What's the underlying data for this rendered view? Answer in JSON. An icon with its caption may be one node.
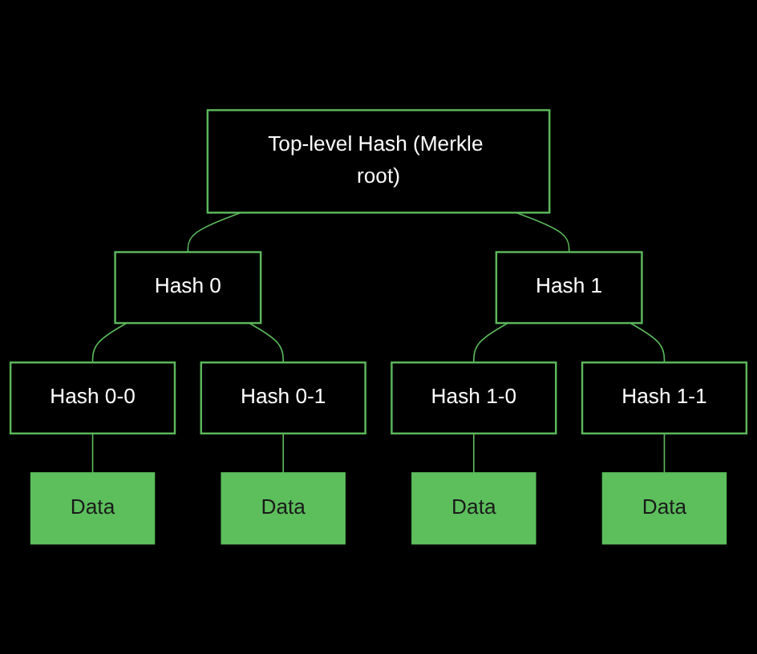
{
  "diagram": {
    "nodes": [
      {
        "text": [
          "Top-level Hash (Merkle root)"
        ]
      },
      {
        "text": [
          "Hash 0"
        ]
      },
      {
        "text": [
          "Hash 1"
        ]
      },
      {
        "text": [
          "Hash 0-0"
        ]
      },
      {
        "text": [
          "Hash 0-1"
        ]
      },
      {
        "text": [
          "Hash 1-0"
        ]
      },
      {
        "text": [
          "Hash 1-1"
        ]
      },
      {
        "text": [
          "Data"
        ]
      },
      {
        "text": [
          "Data"
        ]
      },
      {
        "text": [
          "Data"
        ]
      },
      {
        "text": [
          "Data"
        ]
      }
    ],
    "edges": [
      {
        "from": 0,
        "to": 1,
        "arrow": "none"
      },
      {
        "from": 0,
        "to": 2,
        "arrow": "none"
      },
      {
        "from": 1,
        "to": 3,
        "arrow": "none"
      },
      {
        "from": 1,
        "to": 4,
        "arrow": "none"
      },
      {
        "from": 2,
        "to": 5,
        "arrow": "none"
      },
      {
        "from": 2,
        "to": 6,
        "arrow": "none"
      },
      {
        "from": 3,
        "to": 7,
        "arrow": "none"
      },
      {
        "from": 4,
        "to": 8,
        "arrow": "none"
      },
      {
        "from": 5,
        "to": 9,
        "arrow": "none"
      },
      {
        "from": 6,
        "to": 10,
        "arrow": "none"
      }
    ]
  }
}
